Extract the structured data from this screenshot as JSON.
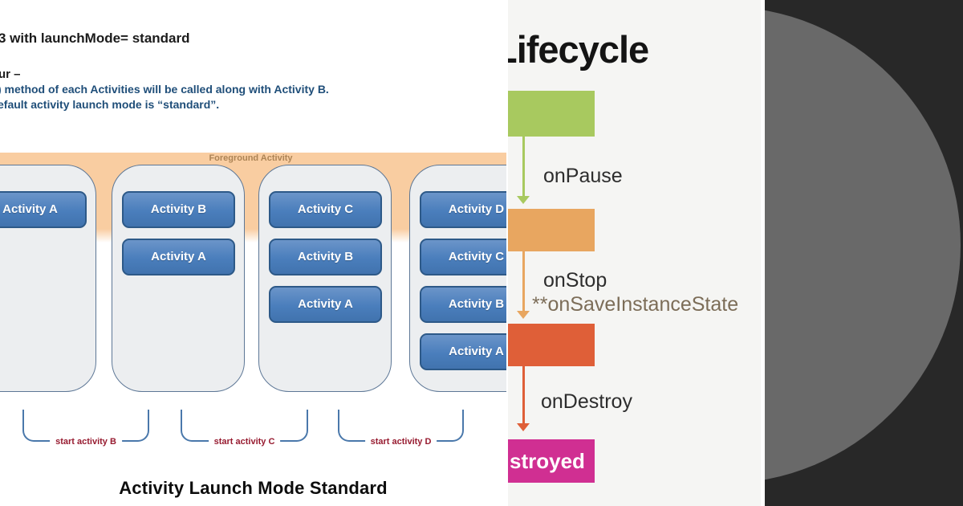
{
  "document": {
    "heading_fragment": "3 with launchMode= standard",
    "behaviour_fragment": "ur –",
    "note_line1": ") method of each Activities will be called along with Activity B.",
    "note_line2": "efault activity launch mode is “standard”.",
    "band_label": "Foreground Activity",
    "stacks": [
      {
        "activities": [
          "Activity A"
        ]
      },
      {
        "activities": [
          "Activity B",
          "Activity A"
        ]
      },
      {
        "activities": [
          "Activity C",
          "Activity B",
          "Activity A"
        ]
      },
      {
        "activities": [
          "Activity D",
          "Activity C",
          "Activity B",
          "Activity A"
        ]
      }
    ],
    "transitions": [
      "start activity B",
      "start activity C",
      "start activity D"
    ],
    "title": "Activity Launch Mode Standard"
  },
  "lifecycle": {
    "title": "Lifecycle",
    "labels": {
      "pause": "onPause",
      "stop": "onStop",
      "save_instance_state": "**onSaveInstanceState",
      "destroy": "onDestroy"
    },
    "destroyed_fragment": "stroyed"
  },
  "colors": {
    "activity_box_blue": "#4a7ebc",
    "activity_box_border": "#2d5988",
    "foreground_band_orange": "#f9cda1",
    "lifecycle_green": "#a8c95f",
    "lifecycle_tan": "#e8a660",
    "lifecycle_red_orange": "#df5f38",
    "lifecycle_magenta": "#d02f92",
    "note_text_blue": "#1f4e79",
    "transition_label_red": "#971b30",
    "dark_panel": "#282828",
    "circle_gray": "#696969"
  }
}
